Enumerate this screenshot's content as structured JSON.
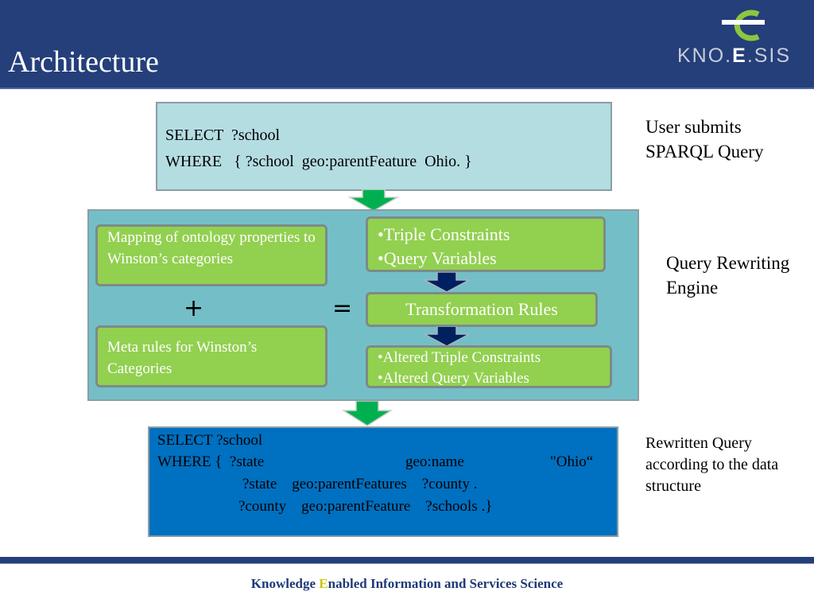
{
  "header": {
    "title": "Architecture",
    "logo_text_pre": "KNO.",
    "logo_text_e": "E",
    "logo_text_post": ".SIS"
  },
  "input_query": {
    "line1": "SELECT  ?school",
    "line2": "WHERE   { ?school  geo:parentFeature  Ohio. }"
  },
  "engine": {
    "mapping_text": "Mapping of ontology properties to Winston’s categories",
    "plus": "+",
    "meta_text": "Meta rules for Winston’s Categories",
    "equals": "=",
    "triple_constraints": "•Triple Constraints",
    "query_variables": "•Query Variables",
    "transformation_rules": "Transformation Rules",
    "altered_triple_constraints": "•Altered Triple Constraints",
    "altered_query_variables": "•Altered Query Variables"
  },
  "rewritten_query": {
    "line1": "SELECT ?school",
    "line2_a": "WHERE {  ?state",
    "line2_b": "geo:name",
    "line2_c": "\"Ohio“",
    "line3": "?state    geo:parentFeatures    ?county .",
    "line4": "?county    geo:parentFeature    ?schools .}"
  },
  "side_labels": {
    "submit": "User submits SPARQL Query",
    "engine": "Query Rewriting Engine",
    "rewritten": "Rewritten Query according to the data structure"
  },
  "footer": {
    "pre": "Knowledge ",
    "accent": "E",
    "post": "nabled Information and Services Science"
  },
  "colors": {
    "header_bg": "#243f7a",
    "query_box_bg": "#b4dde2",
    "engine_bg": "#74bfc7",
    "green_box": "#92d050",
    "rewritten_bg": "#0070c0",
    "arrow_green": "#00b050",
    "arrow_navy": "#002060",
    "footer_text": "#1f3a78",
    "footer_accent": "#c8c800"
  }
}
